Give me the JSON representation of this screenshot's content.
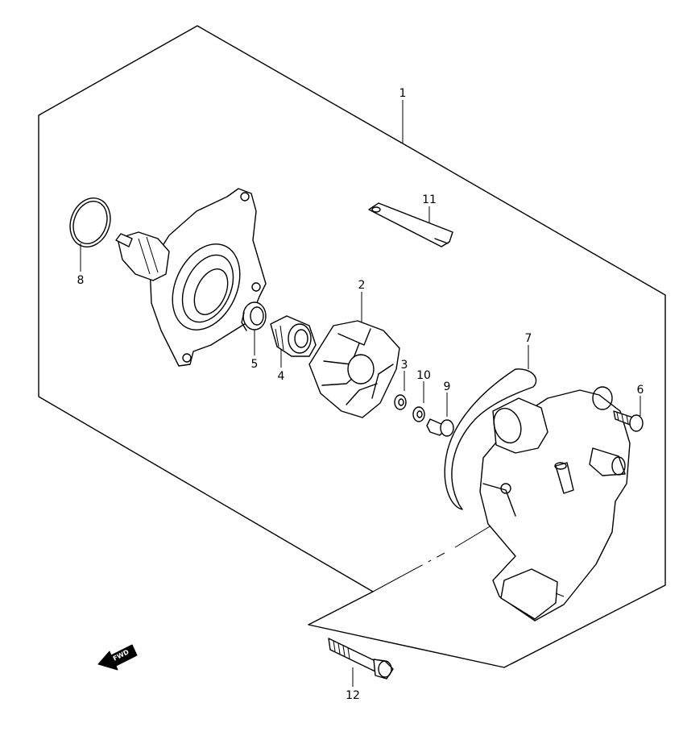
{
  "callouts": {
    "c1": "1",
    "c2": "2",
    "c3": "3",
    "c4": "4",
    "c5": "5",
    "c6": "6",
    "c7": "7",
    "c8": "8",
    "c9": "9",
    "c10": "10",
    "c11": "11",
    "c12": "12"
  },
  "fwd_label": "FWD"
}
